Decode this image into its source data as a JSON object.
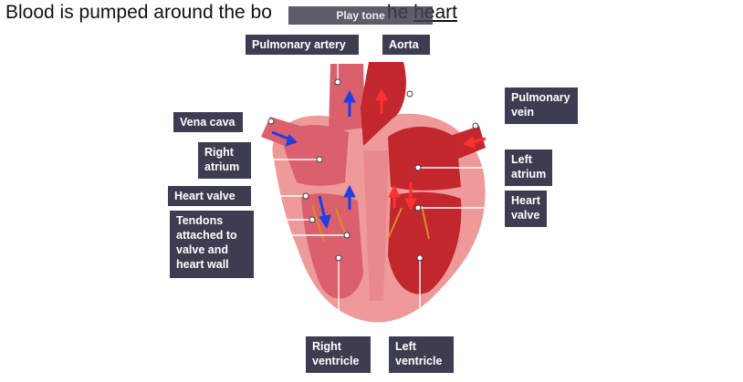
{
  "heading": {
    "text_before": "Blood is pumped around the bo",
    "overlay_text": "Play tone",
    "text_after_gap": "he ",
    "underlined_word": "heart"
  },
  "labels": {
    "pulmonary_artery": "Pulmonary artery",
    "aorta": "Aorta",
    "pulmonary_vein": [
      "Pulmonary",
      "vein"
    ],
    "vena_cava": "Vena cava",
    "right_atrium": [
      "Right",
      "atrium"
    ],
    "left_atrium": [
      "Left",
      "atrium"
    ],
    "heart_valve_left_label": "Heart valve",
    "heart_valve_right_label": [
      "Heart",
      "valve"
    ],
    "tendons": [
      "Tendons",
      "attached to",
      "valve and",
      "heart wall"
    ],
    "right_ventricle": [
      "Right",
      "ventricle"
    ],
    "left_ventricle": [
      "Left",
      "ventricle"
    ]
  },
  "colors": {
    "label_bg": "#3c3d50",
    "outer_wall": "#ee9a9a",
    "right_side": "#d9606c",
    "left_side": "#c2272e",
    "deoxygenated_arrow": "#1f3fe0",
    "oxygenated_arrow": "#ff3030",
    "tendon": "#e08a2c"
  }
}
